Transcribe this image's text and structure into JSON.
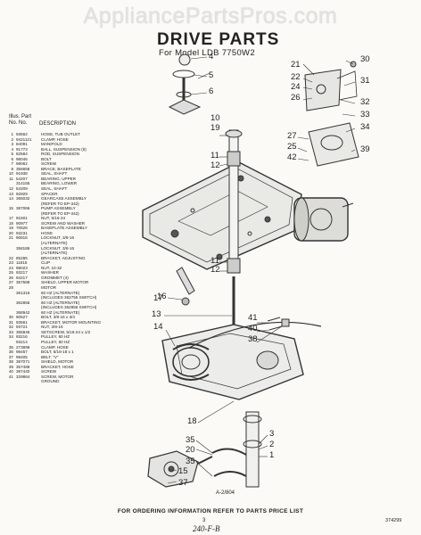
{
  "watermark": "AppliancePartsPros.com",
  "title": "DRIVE PARTS",
  "subtitle": "For Model LDB 7750W2",
  "parts_header": {
    "illus_part": "Illus. Part",
    "no_no": "No.   No.",
    "description": "DESCRIPTION"
  },
  "parts": [
    {
      "n": "1",
      "pn": "93562",
      "d": "HOSE, TUB OUTLET"
    },
    {
      "n": "2",
      "pn": "9421121",
      "d": "CLAMP, HOSE"
    },
    {
      "n": "3",
      "pn": "84091",
      "d": "MANIFOLD"
    },
    {
      "n": "4",
      "pn": "91773",
      "d": "BALL, SUSPENSION (6)"
    },
    {
      "n": "5",
      "pn": "82584",
      "d": "ROD, SUSPENSION"
    },
    {
      "n": "6",
      "pn": "98046",
      "d": "BOLT"
    },
    {
      "n": "7",
      "pn": "98062",
      "d": "SCREW"
    },
    {
      "n": "8",
      "pn": "356658",
      "d": "BRACE, BASEPLATE"
    },
    {
      "n": "10",
      "pn": "91938",
      "d": "SEAL, SHAFT"
    },
    {
      "n": "11",
      "pn": "54207",
      "d": "BEARING, UPPER"
    },
    {
      "n": "",
      "pn": "314155",
      "d": "BEARING, LOWER"
    },
    {
      "n": "12",
      "pn": "54209",
      "d": "SEAL, SHAFT"
    },
    {
      "n": "13",
      "pn": "92929",
      "d": "SPACER"
    },
    {
      "n": "14",
      "pn": "365032",
      "d": "GEARCASE ASSEMBLY"
    },
    {
      "n": "",
      "pn": "",
      "d": "(REFER TO EP-342)"
    },
    {
      "n": "15",
      "pn": "387066",
      "d": "PUMP ASSEMBLY"
    },
    {
      "n": "",
      "pn": "",
      "d": "(REFER TO EP-342)"
    },
    {
      "n": "17",
      "pn": "91501",
      "d": "NUT, 5/16-24"
    },
    {
      "n": "18",
      "pn": "90977",
      "d": "SCREW AND WASHER"
    },
    {
      "n": "19",
      "pn": "70526",
      "d": "BASEPLATE ASSEMBLY"
    },
    {
      "n": "20",
      "pn": "93231",
      "d": "HOSE"
    },
    {
      "n": "21",
      "pn": "90816",
      "d": "LOCKNUT, 3/8-16"
    },
    {
      "n": "",
      "pn": "",
      "d": "(ALTERNATE)"
    },
    {
      "n": "",
      "pn": "358186",
      "d": "LOCKNUT, 3/8-16"
    },
    {
      "n": "",
      "pn": "",
      "d": "(ALTERNATE)"
    },
    {
      "n": "22",
      "pn": "85286",
      "d": "BRACKET, ADJUSTING"
    },
    {
      "n": "23",
      "pn": "11615",
      "d": "CLIP"
    },
    {
      "n": "24",
      "pn": "98023",
      "d": "NUT, 10-32"
    },
    {
      "n": "25",
      "pn": "93217",
      "d": "WASHER"
    },
    {
      "n": "26",
      "pn": "94217",
      "d": "GROMMET (4)"
    },
    {
      "n": "27",
      "pn": "357589",
      "d": "SHIELD, UPPER MOTOR"
    },
    {
      "n": "28",
      "pn": "",
      "d": "MOTOR"
    },
    {
      "n": "",
      "pn": "361316",
      "d": "60 HZ (ALTERNATE)"
    },
    {
      "n": "",
      "pn": "",
      "d": "(INCLUDES 362755 SWITCH)"
    },
    {
      "n": "",
      "pn": "362856",
      "d": "60 HZ (ALTERNATE)"
    },
    {
      "n": "",
      "pn": "",
      "d": "(INCLUDES 362856 SWITCH)"
    },
    {
      "n": "",
      "pn": "368942",
      "d": "60 HZ (ALTERNATE)"
    },
    {
      "n": "30",
      "pn": "90527",
      "d": "BOLT, 3/8-16 x 3/4"
    },
    {
      "n": "31",
      "pn": "93561",
      "d": "BRACKET, MOTOR MOUNTING"
    },
    {
      "n": "32",
      "pn": "93721",
      "d": "NUT, 3/8-16"
    },
    {
      "n": "33",
      "pn": "355845",
      "d": "SETSCREW, 5/16-24 x 1/2"
    },
    {
      "n": "34",
      "pn": "93216",
      "d": "PULLEY, 60 HZ"
    },
    {
      "n": "",
      "pn": "93214",
      "d": "PULLEY, 50 HZ"
    },
    {
      "n": "35",
      "pn": "273898",
      "d": "CLAMP, HOSE"
    },
    {
      "n": "36",
      "pn": "98467",
      "d": "BOLT, 5/16-18 x 1"
    },
    {
      "n": "37",
      "pn": "99405",
      "d": "BELT, \"V\""
    },
    {
      "n": "38",
      "pn": "387071",
      "d": "SHIELD, MOTOR"
    },
    {
      "n": "39",
      "pn": "357488",
      "d": "BRACKET, HOSE"
    },
    {
      "n": "40",
      "pn": "387440",
      "d": "SCREW"
    },
    {
      "n": "41",
      "pn": "329864",
      "d": "SCREW, MOTOR"
    },
    {
      "n": "",
      "pn": "",
      "d": "GROUND"
    }
  ],
  "callouts": [
    {
      "label": "4"
    },
    {
      "label": "5"
    },
    {
      "label": "6"
    },
    {
      "label": "10"
    },
    {
      "label": "19"
    },
    {
      "label": "11"
    },
    {
      "label": "12"
    },
    {
      "label": "11"
    },
    {
      "label": "12"
    },
    {
      "label": "16"
    },
    {
      "label": "17"
    },
    {
      "label": "13"
    },
    {
      "label": "14"
    },
    {
      "label": "21"
    },
    {
      "label": "22"
    },
    {
      "label": "24"
    },
    {
      "label": "26"
    },
    {
      "label": "30"
    },
    {
      "label": "31"
    },
    {
      "label": "32"
    },
    {
      "label": "33"
    },
    {
      "label": "34"
    },
    {
      "label": "27"
    },
    {
      "label": "25"
    },
    {
      "label": "42"
    },
    {
      "label": "39"
    },
    {
      "label": "41"
    },
    {
      "label": "40"
    },
    {
      "label": "38"
    },
    {
      "label": "18"
    },
    {
      "label": "35"
    },
    {
      "label": "20"
    },
    {
      "label": "3"
    },
    {
      "label": "2"
    },
    {
      "label": "1"
    },
    {
      "label": "35"
    },
    {
      "label": "15"
    },
    {
      "label": "37"
    }
  ],
  "figure_note": "A-2/804",
  "footer": "FOR ORDERING INFORMATION REFER TO PARTS PRICE LIST",
  "page_number": "3",
  "handwritten_note": "240-F-B",
  "publication_no": "374299"
}
